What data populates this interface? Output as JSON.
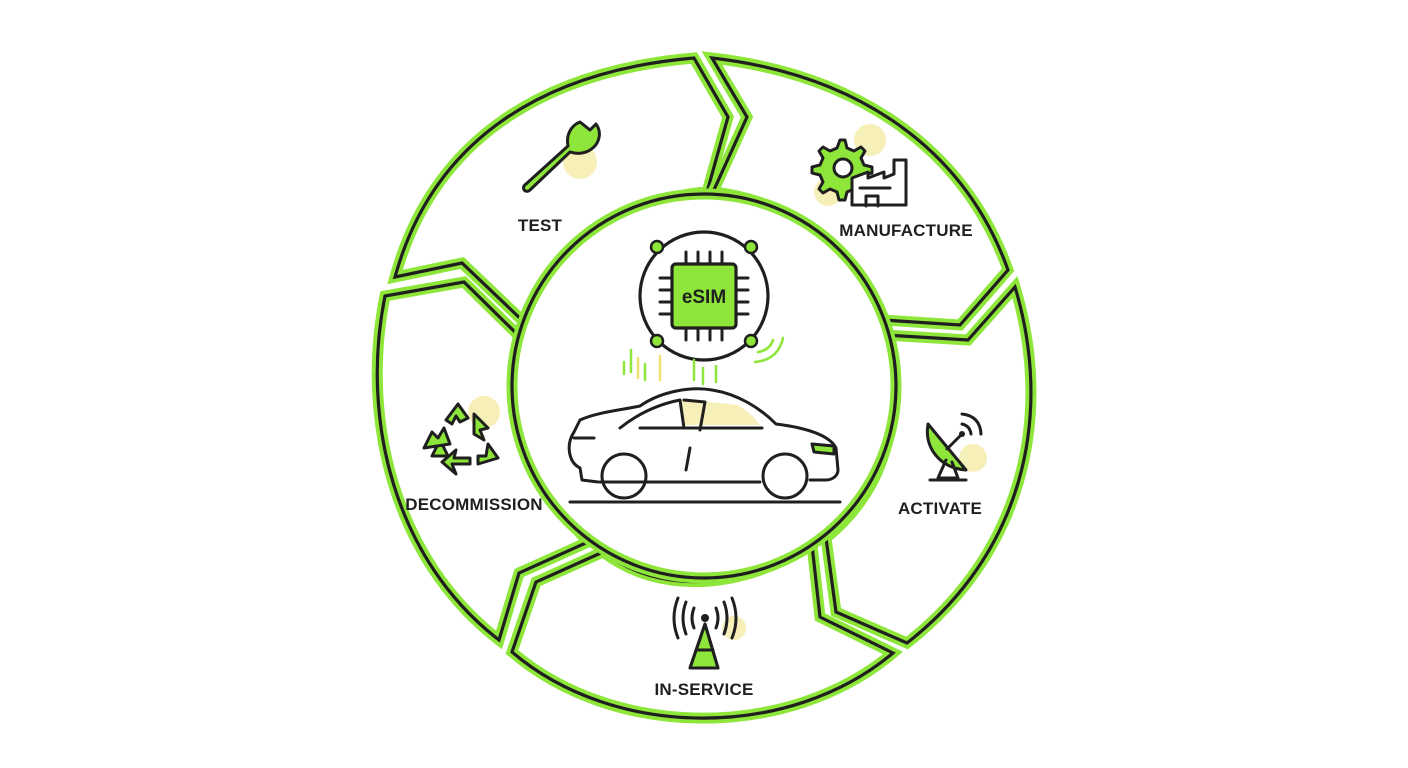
{
  "diagram": {
    "center": {
      "chip_label": "eSIM",
      "illustration": "car-icon"
    },
    "stages": [
      {
        "key": "test",
        "label": "TEST",
        "icon": "wrench-icon"
      },
      {
        "key": "manufacture",
        "label": "MANUFACTURE",
        "icon": "gear-factory-icon"
      },
      {
        "key": "activate",
        "label": "ACTIVATE",
        "icon": "satellite-dish-icon"
      },
      {
        "key": "in_service",
        "label": "IN-SERVICE",
        "icon": "cell-tower-icon"
      },
      {
        "key": "decommission",
        "label": "DECOMMISSION",
        "icon": "recycle-icon"
      }
    ],
    "colors": {
      "accent": "#8ee63a",
      "accent_soft": "#f6efb8",
      "ink": "#1f1f1f",
      "background": "#ffffff"
    }
  }
}
